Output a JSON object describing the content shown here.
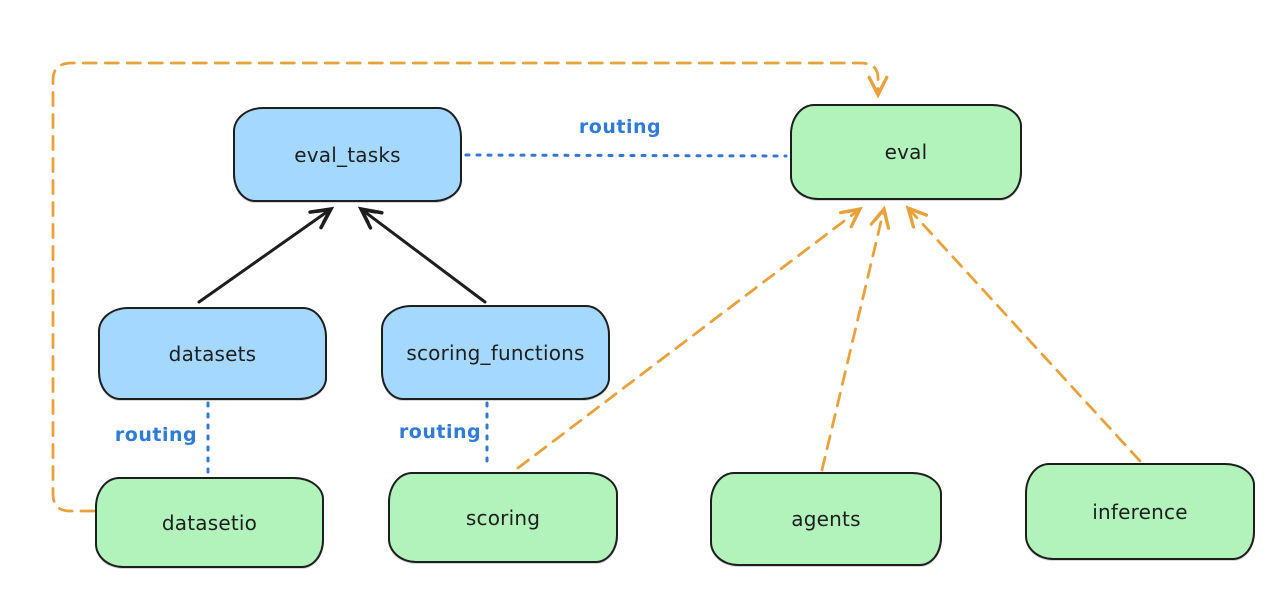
{
  "diagram": {
    "nodes": {
      "eval_tasks": {
        "label": "eval_tasks",
        "fill": "#a5d8ff"
      },
      "eval": {
        "label": "eval",
        "fill": "#b2f2bb"
      },
      "datasets": {
        "label": "datasets",
        "fill": "#a5d8ff"
      },
      "scoring_functions": {
        "label": "scoring_functions",
        "fill": "#a5d8ff"
      },
      "datasetio": {
        "label": "datasetio",
        "fill": "#b2f2bb"
      },
      "scoring": {
        "label": "scoring",
        "fill": "#b2f2bb"
      },
      "agents": {
        "label": "agents",
        "fill": "#b2f2bb"
      },
      "inference": {
        "label": "inference",
        "fill": "#b2f2bb"
      }
    },
    "edge_labels": {
      "routing_top": "routing",
      "routing_datasets": "routing",
      "routing_scoring": "routing"
    },
    "edges": [
      {
        "from": "datasets",
        "to": "eval_tasks",
        "style": "solid-black-arrow"
      },
      {
        "from": "scoring_functions",
        "to": "eval_tasks",
        "style": "solid-black-arrow"
      },
      {
        "from": "eval_tasks",
        "to": "eval",
        "style": "dotted-blue",
        "label": "routing"
      },
      {
        "from": "datasets",
        "to": "datasetio",
        "style": "dotted-blue",
        "label": "routing"
      },
      {
        "from": "scoring_functions",
        "to": "scoring",
        "style": "dotted-blue",
        "label": "routing"
      },
      {
        "from": "datasetio",
        "to": "eval",
        "style": "dashed-orange-arrow",
        "route": "left-and-top-loop"
      },
      {
        "from": "scoring",
        "to": "eval",
        "style": "dashed-orange-arrow"
      },
      {
        "from": "agents",
        "to": "eval",
        "style": "dashed-orange-arrow"
      },
      {
        "from": "inference",
        "to": "eval",
        "style": "dashed-orange-arrow"
      }
    ],
    "colors": {
      "node_stroke": "#1e1e1e",
      "blue_fill": "#a5d8ff",
      "green_fill": "#b2f2bb",
      "black_arrow": "#1e1e1e",
      "orange_dashed": "#e9a13c",
      "blue_dotted": "#3377d6",
      "routing_text": "#2f7bd8",
      "background": "#ffffff"
    }
  }
}
